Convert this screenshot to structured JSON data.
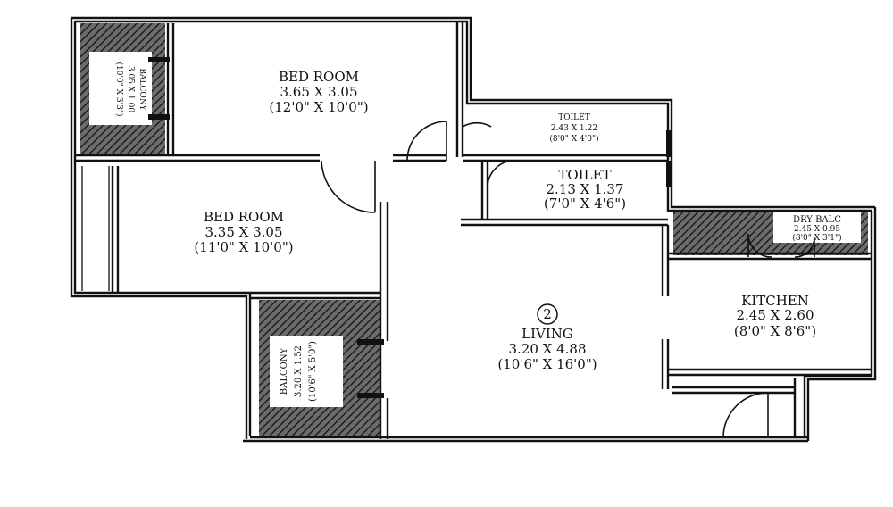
{
  "rooms": {
    "bedroom1": {
      "name": "BED ROOM",
      "metric": "3.65 X 3.05",
      "imperial": "(12'0\" X 10'0\")"
    },
    "bedroom2": {
      "name": "BED ROOM",
      "metric": "3.35 X 3.05",
      "imperial": "(11'0\" X 10'0\")"
    },
    "toilet1": {
      "name": "TOILET",
      "metric": "2.43 X 1.22",
      "imperial": "(8'0\" X 4'0\")"
    },
    "toilet2": {
      "name": "TOILET",
      "metric": "2.13 X 1.37",
      "imperial": "(7'0\" X 4'6\")"
    },
    "dry_balcony": {
      "name": "DRY BALC",
      "metric": "2.45 X 0.95",
      "imperial": "(8'0\" X 3'1\")"
    },
    "kitchen": {
      "name": "KITCHEN",
      "metric": "2.45 X 2.60",
      "imperial": "(8'0\" X 8'6\")"
    },
    "living": {
      "number": "2",
      "name": "LIVING",
      "metric": "3.20 X 4.88",
      "imperial": "(10'6\" X 16'0\")"
    },
    "balcony1": {
      "name": "BALCONY",
      "metric": "3.05 X 1.00",
      "imperial": "(10'0\" X 3'3\")"
    },
    "balcony2": {
      "name": "BALCONY",
      "metric": "3.20 X 1.52",
      "imperial": "(10'6\" X 5'0\")"
    }
  }
}
